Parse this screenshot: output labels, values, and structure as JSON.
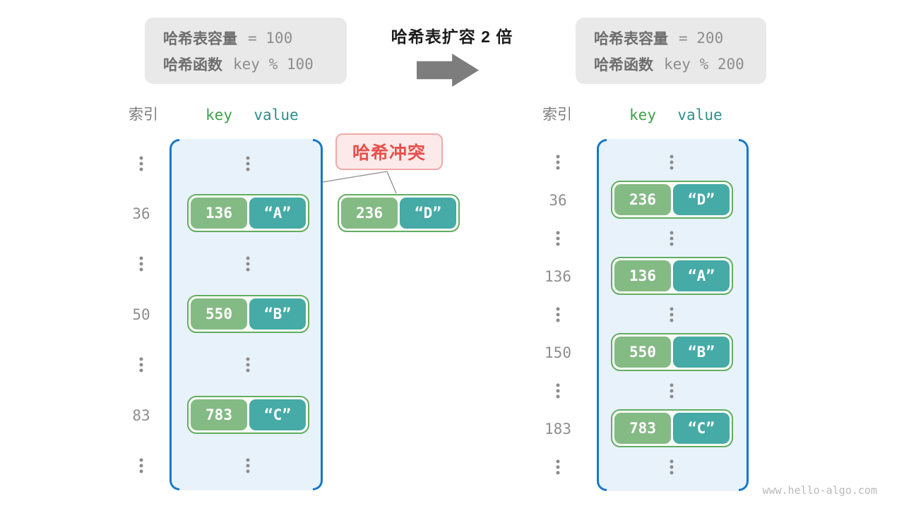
{
  "info_before": {
    "capacity_label": "哈希表容量",
    "capacity_code": "= 100",
    "hash_label": "哈希函数",
    "hash_code": "key % 100"
  },
  "info_after": {
    "capacity_label": "哈希表容量",
    "capacity_code": "= 200",
    "hash_label": "哈希函数",
    "hash_code": "key % 200"
  },
  "transition": {
    "title": "哈希表扩容 2 倍"
  },
  "conflict": {
    "label": "哈希冲突",
    "pair": {
      "key": "236",
      "value": "“D”"
    }
  },
  "left_table": {
    "header": {
      "index": "索引",
      "key": "key",
      "value": "value"
    },
    "rows": [
      {
        "index": "36",
        "key": "136",
        "value": "“A”"
      },
      {
        "index": "50",
        "key": "550",
        "value": "“B”"
      },
      {
        "index": "83",
        "key": "783",
        "value": "“C”"
      }
    ]
  },
  "right_table": {
    "header": {
      "index": "索引",
      "key": "key",
      "value": "value"
    },
    "rows": [
      {
        "index": "36",
        "key": "236",
        "value": "“D”"
      },
      {
        "index": "136",
        "key": "136",
        "value": "“A”"
      },
      {
        "index": "150",
        "key": "550",
        "value": "“B”"
      },
      {
        "index": "183",
        "key": "783",
        "value": "“C”"
      }
    ]
  },
  "watermark": "www.hello-algo.com",
  "colors": {
    "bracket_blue": "#1778c8",
    "bin_fill": "#e8f2fb",
    "key_green": "#84ba84",
    "value_teal": "#46aaa6",
    "pair_border_green": "#62ae62",
    "header_key_green": "#3fa14a",
    "header_value_teal": "#2f8e8a",
    "conflict_text_red": "#e8504d",
    "conflict_bg_pink": "#fce9e9",
    "info_box_gray": "#e9e9e9",
    "arrow_gray": "#7d7d7d",
    "index_text_gray": "#8e8e8e"
  }
}
